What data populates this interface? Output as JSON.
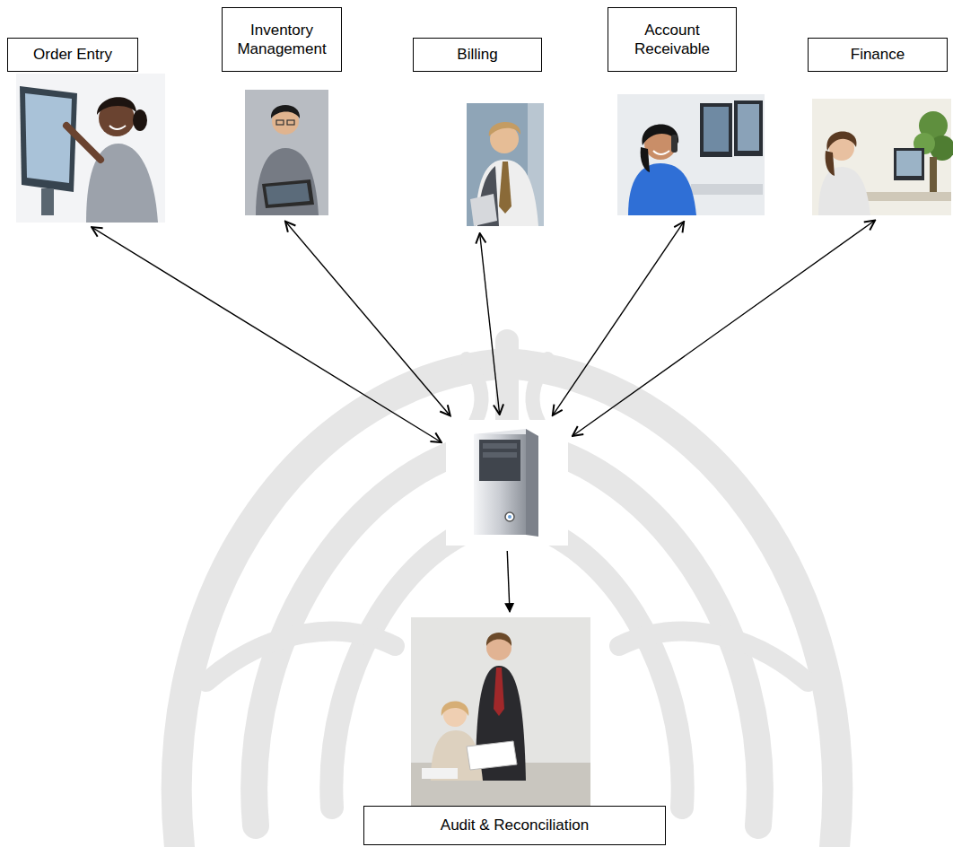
{
  "diagram": {
    "nodes": [
      {
        "text": [
          "Order Entry"
        ]
      },
      {
        "text": [
          "Inventory Management"
        ]
      },
      {
        "text": [
          "Billing"
        ]
      },
      {
        "text": [
          "Account Receivable"
        ]
      },
      {
        "text": [
          "Finance"
        ]
      },
      {
        "text": []
      },
      {
        "text": [
          "Audit & Reconciliation"
        ]
      }
    ],
    "edges": [
      {
        "from": 0,
        "to": 5,
        "arrow": "both"
      },
      {
        "from": 1,
        "to": 5,
        "arrow": "both"
      },
      {
        "from": 2,
        "to": 5,
        "arrow": "both"
      },
      {
        "from": 3,
        "to": 5,
        "arrow": "both"
      },
      {
        "from": 4,
        "to": 5,
        "arrow": "both"
      },
      {
        "from": 5,
        "to": 6,
        "arrow": "to"
      }
    ]
  }
}
